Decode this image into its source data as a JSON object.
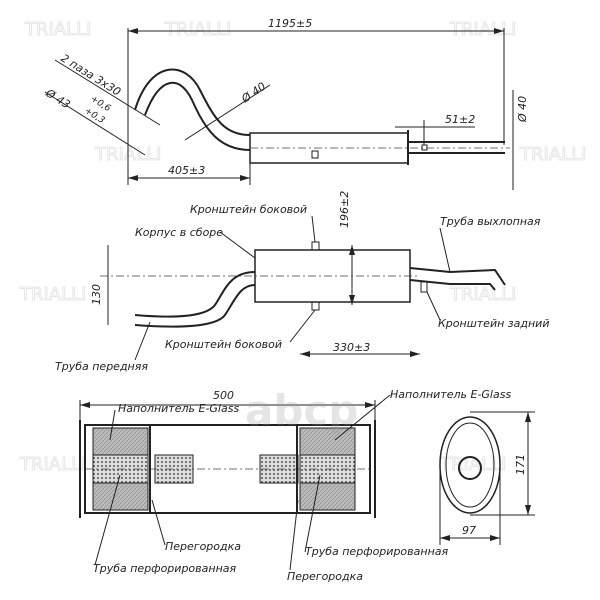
{
  "watermark": "TRIALLI",
  "logo": "abcp",
  "view1": {
    "overall_length": "1195±5",
    "slots": "2 паза 3x30",
    "inlet_diameter": "Ø 43",
    "tol_upper": "+0,6",
    "tol_lower": "+0,3",
    "pipe_diameter": "Ø 40",
    "inlet_offset": "405±3",
    "tail_offset": "51±2",
    "outlet_diameter": "Ø 40"
  },
  "view2": {
    "bracket_side_top": "Кронштейн боковой",
    "height_196": "196±2",
    "exhaust_pipe": "Труба выхлопная",
    "body": "Корпус в сборе",
    "height_130": "130",
    "bracket_rear": "Кронштейн задний",
    "front_pipe": "Труба передняя",
    "bracket_side_bottom": "Кронштейн боковой",
    "dim_330": "330±3"
  },
  "view3": {
    "length": "500",
    "filler_left": "Наполнитель E-Glass",
    "filler_right": "Наполнитель E-Glass",
    "baffle_left": "Перегородка",
    "perf_pipe_right": "Труба перфорированная",
    "perf_pipe_left": "Труба перфорированная",
    "baffle_right": "Перегородка",
    "height": "171",
    "width": "97"
  }
}
